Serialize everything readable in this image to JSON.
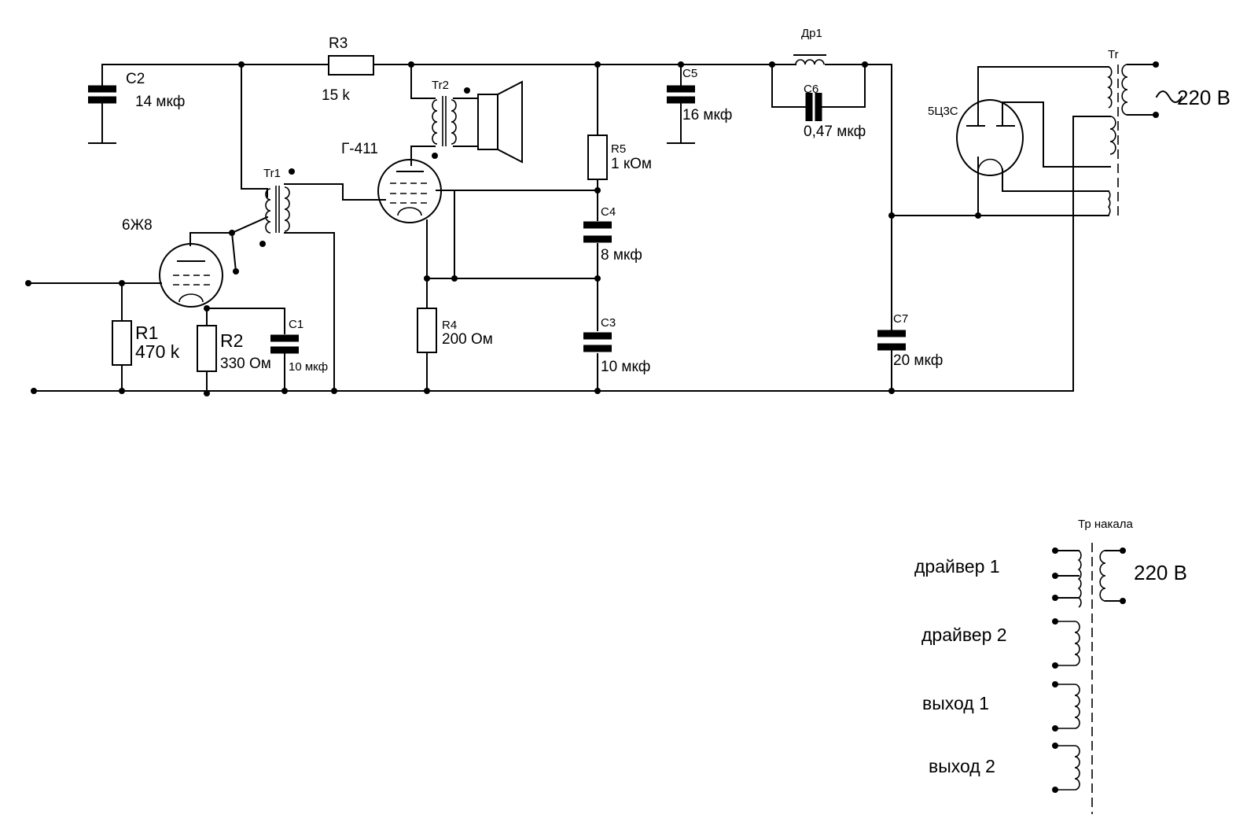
{
  "labels": {
    "c2_name": "C2",
    "c2_value": "14 мкф",
    "r3_name": "R3",
    "r3_value": "15 k",
    "tr2_name": "Tr2",
    "g411_name": "Г-411",
    "tr1_name": "Tr1",
    "tube_6zh8": "6Ж8",
    "r1_name": "R1",
    "r1_value": "470 k",
    "r2_name": "R2",
    "r2_value": "330 Ом",
    "c1_name": "C1",
    "c1_value": "10 мкф",
    "r4_name": "R4",
    "r4_value": "200 Ом",
    "r5_name": "R5",
    "r5_value": "1 кОм",
    "c4_name": "C4",
    "c4_value": "8 мкф",
    "c3_name": "C3",
    "c3_value": "10 мкф",
    "c5_name": "C5",
    "c5_value": "16 мкф",
    "dr1_name": "Др1",
    "c6_name": "C6",
    "c6_value": "0,47 мкф",
    "tube_5c3s": "5Ц3С",
    "tr_name": "Tr",
    "mains_value": "220 В",
    "c7_name": "C7",
    "c7_value": "20 мкф"
  },
  "heater_transformer": {
    "title": "Тр накала",
    "primary_value": "220 В",
    "windings": [
      "драйвер 1",
      "драйвер 2",
      "выход 1",
      "выход 2"
    ]
  }
}
